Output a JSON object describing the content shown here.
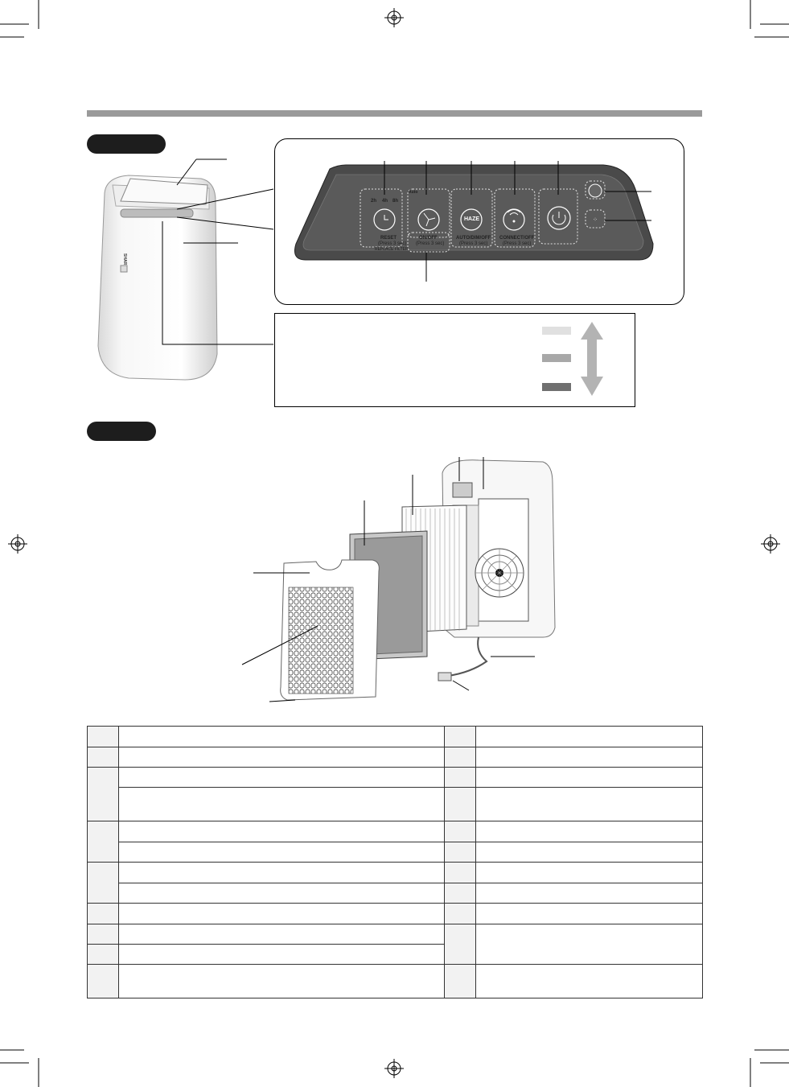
{
  "brand": "SHARP",
  "panel": {
    "timer": {
      "h2": "2h",
      "h4": "4h",
      "h8": "8h",
      "reset": "RESET",
      "press": "(Press 3 sec)",
      "replace": "REPLACE FILTER"
    },
    "fan": {
      "auto": "Auto",
      "onoff": "ON/OFF",
      "press": "(Press 3 sec)"
    },
    "haze": {
      "label": "HAZE",
      "mode": "AUTO/DIM/OFF",
      "press": "(Press 3 sec)"
    },
    "wifi": {
      "mode": "CONNECT/OFF",
      "press": "(Press 3 sec)"
    }
  },
  "colors": {
    "header_bar": "#9a9a9a",
    "tag": "#1d1d1d",
    "cell_bg": "#f2f2f2",
    "arrow": "#b3b3b3"
  },
  "icons": [
    "registration-mark-icon",
    "timer-icon",
    "fan-icon",
    "power-icon",
    "wifi-icon",
    "sensor-icon",
    "crop-mark-icon"
  ]
}
